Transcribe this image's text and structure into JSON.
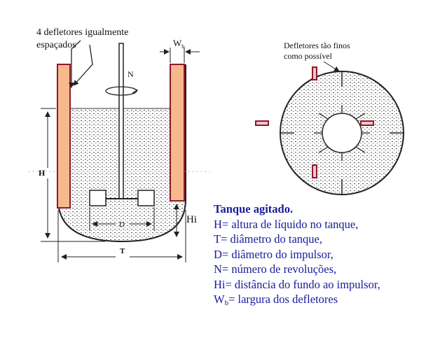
{
  "labels": {
    "baffles_note_line1": "4 defletores igualmente",
    "baffles_note_line2": "espaçados",
    "wb_main": "W",
    "wb_sub": "b",
    "n_label": "N",
    "h_label": "H",
    "d_label": "D",
    "t_label": "T",
    "hi_label": "Hi",
    "thin_note_line1": "Defletores tão finos",
    "thin_note_line2": "como possível"
  },
  "legend": {
    "title": "Tanque agitado.",
    "line_h": "H= altura de líquido no tanque,",
    "line_t": "T= diâmetro do tanque,",
    "line_d": "D= diâmetro do impulsor,",
    "line_n": "N= número de revoluções,",
    "line_hi": "Hi= distância do fundo ao impulsor,",
    "line_wb_main": "W",
    "line_wb_sub": "b",
    "line_wb_rest": "= largura dos defletores"
  },
  "colors": {
    "baffle_fill": "#f7b98c",
    "baffle_stroke": "#8b1a2e",
    "small_baffle_fill": "#f4c4c8",
    "legend_text": "#1a1a9c",
    "line": "#222222"
  }
}
